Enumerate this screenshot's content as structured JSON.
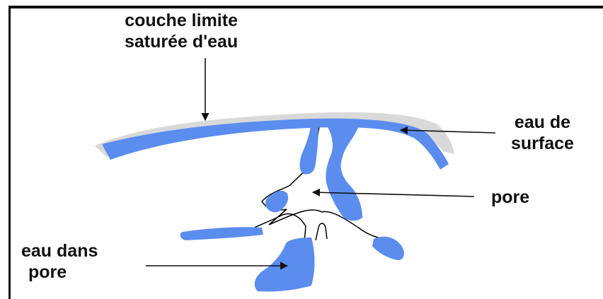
{
  "labels": {
    "boundary_layer": [
      "couche limite",
      "saturée d'eau"
    ],
    "surface_water": [
      "eau de",
      "surface"
    ],
    "pore": "pore",
    "pore_water": [
      "eau dans",
      "pore"
    ]
  },
  "colors": {
    "water": "#5b8def",
    "boundary_layer": "#d9d9d9",
    "outline": "#000000",
    "text": "#111111"
  }
}
